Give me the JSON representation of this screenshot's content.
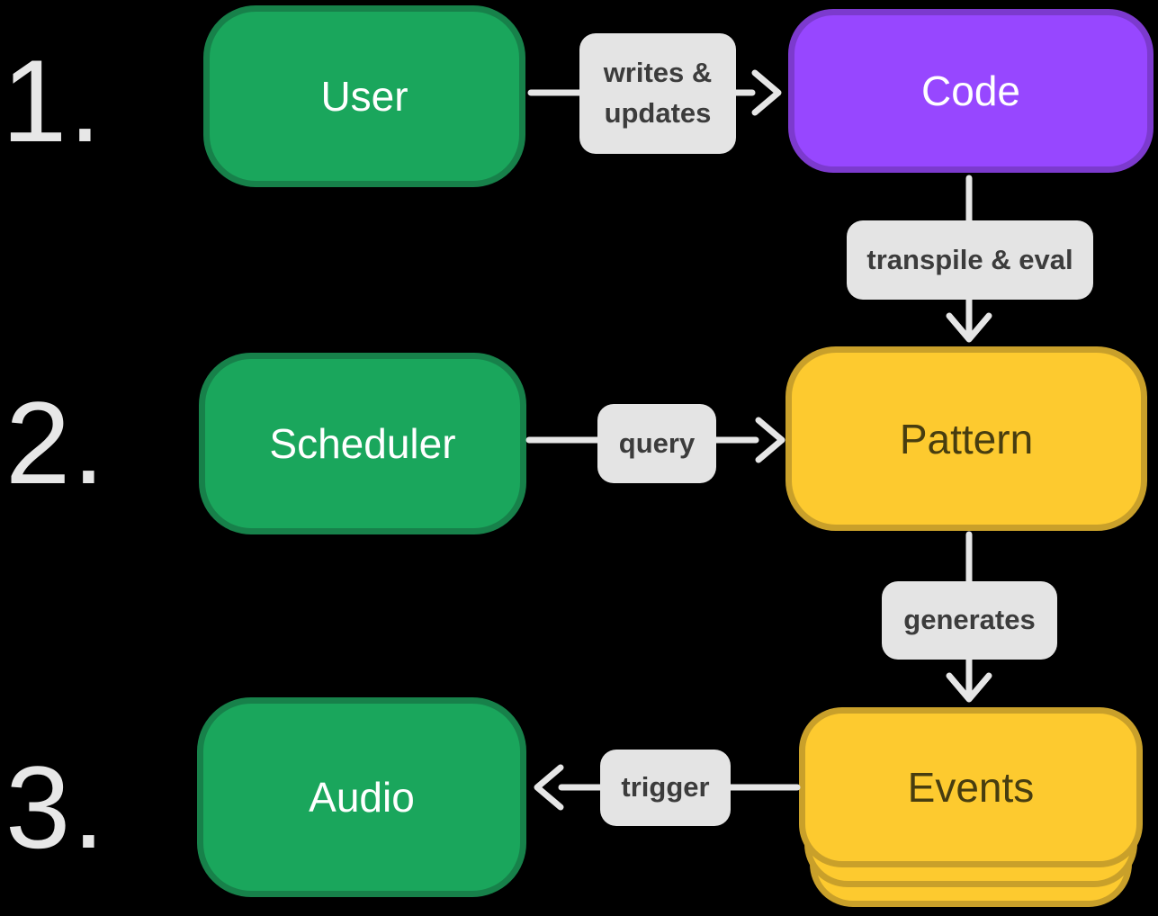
{
  "diagram": {
    "steps": [
      "1.",
      "2.",
      "3."
    ],
    "nodes": {
      "user": {
        "label": "User"
      },
      "code": {
        "label": "Code"
      },
      "scheduler": {
        "label": "Scheduler"
      },
      "pattern": {
        "label": "Pattern"
      },
      "events": {
        "label": "Events"
      },
      "audio": {
        "label": "Audio"
      }
    },
    "edges": {
      "user_code": {
        "label": "writes & updates"
      },
      "code_pattern": {
        "label": "transpile & eval"
      },
      "scheduler_pattern": {
        "label": "query"
      },
      "pattern_events": {
        "label": "generates"
      },
      "events_audio": {
        "label": "trigger"
      }
    },
    "colors": {
      "background": "#000000",
      "green_fill": "#1aa65c",
      "green_border": "#17814a",
      "purple_fill": "#9747ff",
      "purple_border": "#7c3ace",
      "yellow_fill": "#fdca2f",
      "yellow_border": "#c9a02a",
      "label_bg": "#e4e4e4",
      "label_text": "#3c3c3c",
      "arrow": "#e6e6e6",
      "step_number": "#e7e7e7"
    }
  }
}
